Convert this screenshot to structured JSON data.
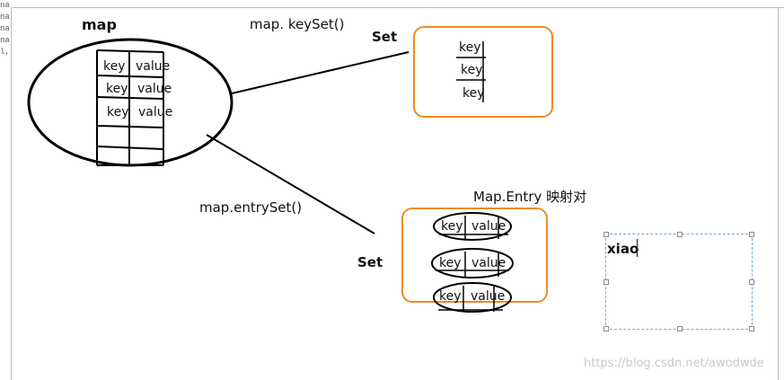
{
  "edge_fragments": [
    "na",
    "na",
    "na",
    "na",
    "l,"
  ],
  "labels": {
    "map": "map",
    "keyset_call": "map.  keySet()",
    "entryset_call": "map.entrySet()",
    "set_top": "Set",
    "set_bottom": "Set",
    "entry_caption": "Map.Entry 映射对"
  },
  "map_table": [
    {
      "key": "key",
      "value": "value"
    },
    {
      "key": "key",
      "value": "value"
    },
    {
      "key": "key",
      "value": "value"
    }
  ],
  "keyset_items": [
    "key",
    "key",
    "key"
  ],
  "entry_pairs": [
    {
      "key": "key",
      "value": "value"
    },
    {
      "key": "key",
      "value": "value"
    },
    {
      "key": "key",
      "value": "value"
    }
  ],
  "textbox": {
    "value": "xiao"
  },
  "watermark": "https://blog.csdn.net/awodwde",
  "colors": {
    "set_box_border": "#f08a24",
    "ink": "#000000",
    "selection_border": "#7aa6cf"
  }
}
